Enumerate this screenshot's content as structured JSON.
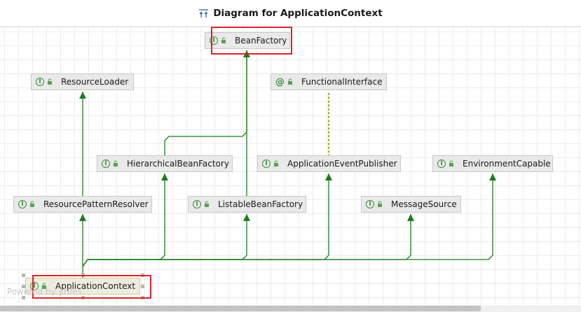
{
  "window": {
    "title": "Diagram for ApplicationContext",
    "title_icon": "hierarchy-diagram-icon"
  },
  "watermark": "Powered by yFiles",
  "nodes": [
    {
      "id": "bean-factory",
      "label": "BeanFactory",
      "kind": "interface"
    },
    {
      "id": "resource-loader",
      "label": "ResourceLoader",
      "kind": "interface"
    },
    {
      "id": "functional-interface",
      "label": "FunctionalInterface",
      "kind": "annotation"
    },
    {
      "id": "hierarchical-bean-factory",
      "label": "HierarchicalBeanFactory",
      "kind": "interface"
    },
    {
      "id": "application-event-publisher",
      "label": "ApplicationEventPublisher",
      "kind": "interface"
    },
    {
      "id": "environment-capable",
      "label": "EnvironmentCapable",
      "kind": "interface"
    },
    {
      "id": "resource-pattern-resolver",
      "label": "ResourcePatternResolver",
      "kind": "interface"
    },
    {
      "id": "listable-bean-factory",
      "label": "ListableBeanFactory",
      "kind": "interface"
    },
    {
      "id": "message-source",
      "label": "MessageSource",
      "kind": "interface"
    },
    {
      "id": "application-context",
      "label": "ApplicationContext",
      "kind": "interface"
    }
  ],
  "edges": [
    {
      "from": "application-context",
      "to": "resource-pattern-resolver",
      "type": "extends"
    },
    {
      "from": "resource-pattern-resolver",
      "to": "resource-loader",
      "type": "extends"
    },
    {
      "from": "application-context",
      "to": "hierarchical-bean-factory",
      "type": "extends"
    },
    {
      "from": "hierarchical-bean-factory",
      "to": "bean-factory",
      "type": "extends"
    },
    {
      "from": "application-context",
      "to": "listable-bean-factory",
      "type": "extends"
    },
    {
      "from": "listable-bean-factory",
      "to": "bean-factory",
      "type": "extends"
    },
    {
      "from": "application-context",
      "to": "application-event-publisher",
      "type": "extends"
    },
    {
      "from": "application-context",
      "to": "message-source",
      "type": "extends"
    },
    {
      "from": "application-context",
      "to": "environment-capable",
      "type": "extends"
    },
    {
      "from": "application-event-publisher",
      "to": "functional-interface",
      "type": "annotated"
    }
  ],
  "highlighted": [
    "bean-factory",
    "application-context"
  ],
  "selected": "application-context",
  "colors": {
    "edge": "#1f7a1f",
    "annotation_edge": "#9aa51f",
    "highlight": "#d9242c",
    "icon": "#3e8f3e"
  }
}
